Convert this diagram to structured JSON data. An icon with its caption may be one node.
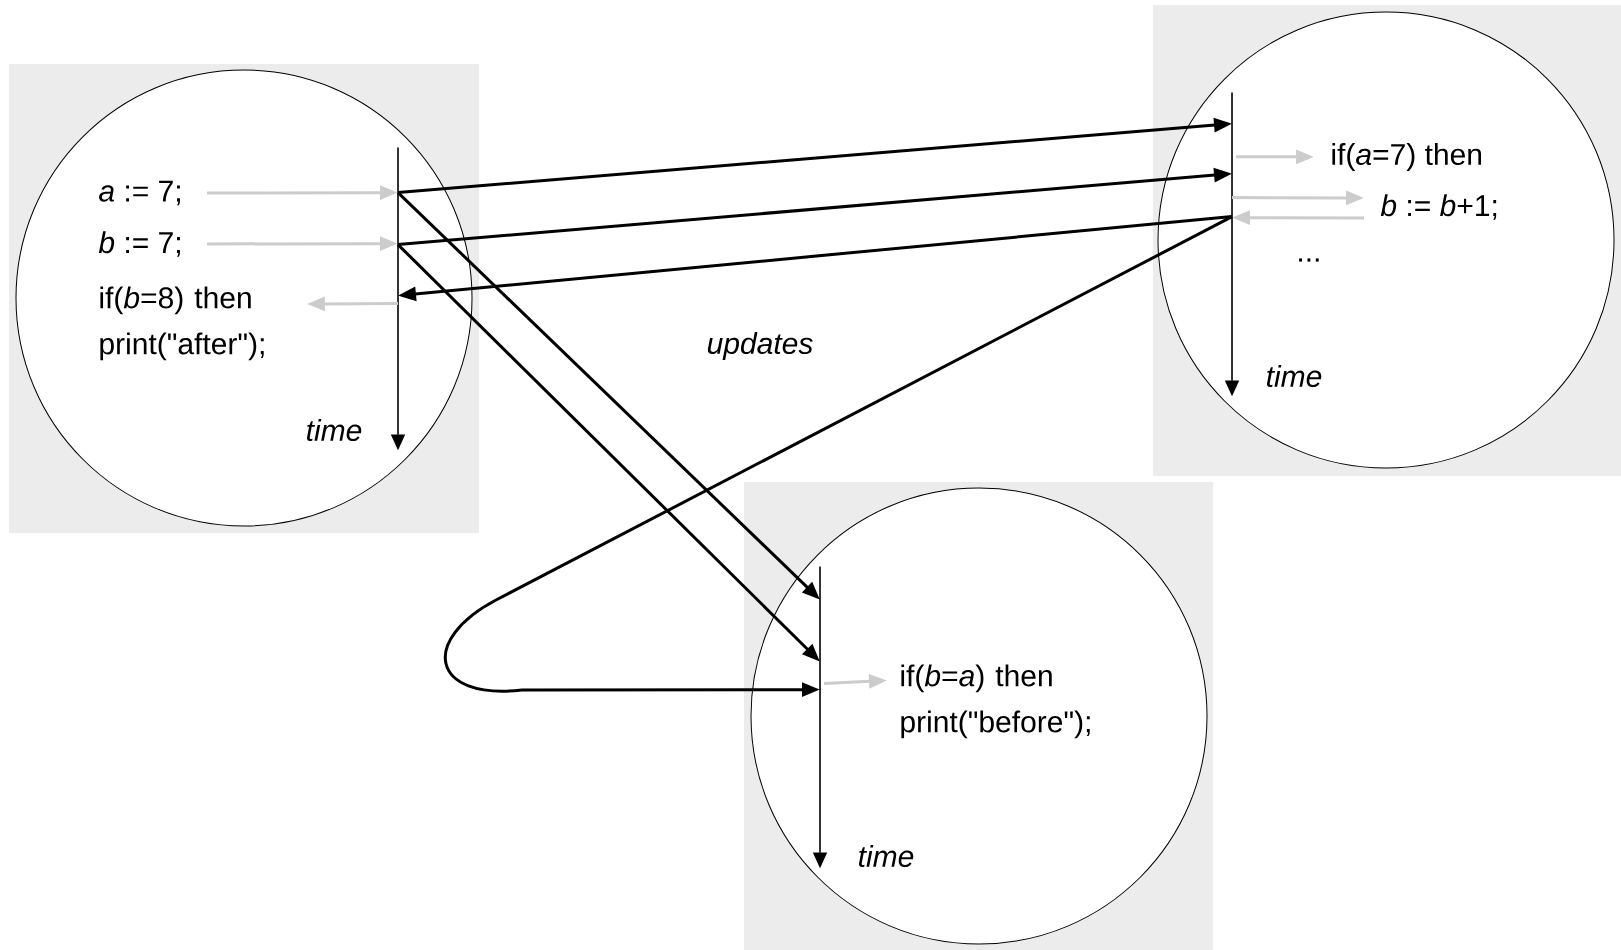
{
  "diagram": {
    "nodes": [
      {
        "text": [],
        "shape": "box"
      },
      {
        "text": [],
        "shape": "circle",
        "in": 0
      },
      {
        "text": [],
        "shape": "line",
        "in": 1,
        "beside": [
          "*time*"
        ]
      },
      {
        "text": [
          "*a* := 7;"
        ],
        "in": 1
      },
      {
        "text": [
          "*b* := 7;"
        ],
        "in": 1
      },
      {
        "text": [
          "if(*b*=8) then print(\"after\");"
        ],
        "in": 1
      },
      {
        "text": [],
        "shape": "box"
      },
      {
        "text": [],
        "shape": "circle",
        "in": 6
      },
      {
        "text": [],
        "shape": "line",
        "in": 7,
        "beside": [
          "*time*"
        ]
      },
      {
        "text": [
          "if(*a*=7) then"
        ],
        "in": 7
      },
      {
        "text": [
          "*b* := *b*+1;"
        ],
        "in": 7
      },
      {
        "text": [
          "..."
        ],
        "in": 7
      },
      {
        "text": [],
        "shape": "box"
      },
      {
        "text": [],
        "shape": "circle",
        "in": 12
      },
      {
        "text": [],
        "shape": "line",
        "in": 13,
        "beside": [
          "*time*"
        ]
      },
      {
        "text": [
          "if(*b*=*a*) then print(\"before\");"
        ],
        "in": 13
      }
    ],
    "edges": [
      {
        "from": 3,
        "to": 2,
        "arrow": "to",
        "color": "#cccccc"
      },
      {
        "from": 4,
        "to": 2,
        "arrow": "to",
        "color": "#cccccc"
      },
      {
        "from": 2,
        "to": 5,
        "arrow": "to",
        "color": "#cccccc"
      },
      {
        "from": 8,
        "to": 9,
        "arrow": "to",
        "color": "#cccccc"
      },
      {
        "from": 8,
        "to": 10,
        "arrow": "to",
        "color": "#cccccc"
      },
      {
        "from": 10,
        "to": 8,
        "arrow": "to",
        "color": "#cccccc"
      },
      {
        "from": 14,
        "to": 15,
        "arrow": "to",
        "color": "#cccccc"
      },
      {
        "from": 2,
        "to": 8,
        "arrow": "to",
        "color": "#000000"
      },
      {
        "from": 2,
        "to": 8,
        "arrow": "to",
        "color": "#000000"
      },
      {
        "from": 8,
        "to": 2,
        "arrow": "to",
        "color": "#000000"
      },
      {
        "from": 2,
        "to": 14,
        "arrow": "to",
        "color": "#000000"
      },
      {
        "from": 2,
        "to": 14,
        "arrow": "to",
        "color": "#000000"
      },
      {
        "from": 8,
        "to": 14,
        "arrow": "to",
        "color": "#000000"
      }
    ],
    "labels": [
      "*updates*"
    ]
  }
}
